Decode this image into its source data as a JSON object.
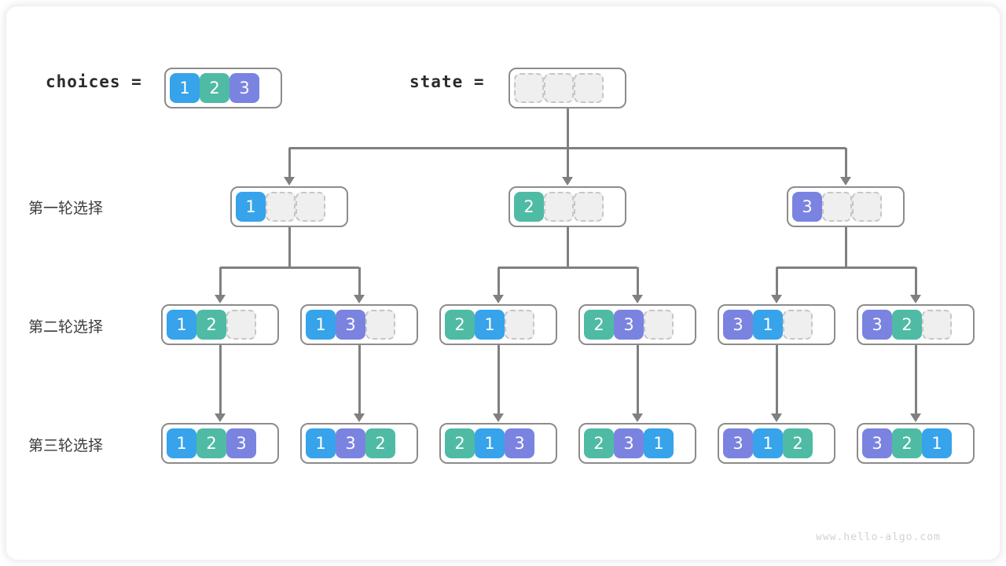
{
  "diagram": {
    "title_choices_label": "choices =",
    "title_state_label": "state =",
    "watermark": "www.hello-algo.com",
    "colors": {
      "blue": "#36a3eb",
      "green": "#4fbba4",
      "purple": "#7b83e0",
      "empty_fill": "#efefef",
      "empty_border": "#c6c6c6",
      "box_border": "#8c8c8c",
      "edge": "#808080"
    },
    "row_labels": [
      "第一轮选择",
      "第二轮选择",
      "第三轮选择"
    ],
    "choices": {
      "cells": [
        {
          "value": "1",
          "color": "blue"
        },
        {
          "value": "2",
          "color": "green"
        },
        {
          "value": "3",
          "color": "purple"
        }
      ]
    },
    "state": {
      "cells": [
        {
          "value": "",
          "color": "empty"
        },
        {
          "value": "",
          "color": "empty"
        },
        {
          "value": "",
          "color": "empty"
        }
      ]
    },
    "level1": [
      {
        "cells": [
          {
            "value": "1",
            "color": "blue"
          },
          {
            "value": "",
            "color": "empty"
          },
          {
            "value": "",
            "color": "empty"
          }
        ]
      },
      {
        "cells": [
          {
            "value": "2",
            "color": "green"
          },
          {
            "value": "",
            "color": "empty"
          },
          {
            "value": "",
            "color": "empty"
          }
        ]
      },
      {
        "cells": [
          {
            "value": "3",
            "color": "purple"
          },
          {
            "value": "",
            "color": "empty"
          },
          {
            "value": "",
            "color": "empty"
          }
        ]
      }
    ],
    "level2": [
      {
        "cells": [
          {
            "value": "1",
            "color": "blue"
          },
          {
            "value": "2",
            "color": "green"
          },
          {
            "value": "",
            "color": "empty"
          }
        ]
      },
      {
        "cells": [
          {
            "value": "1",
            "color": "blue"
          },
          {
            "value": "3",
            "color": "purple"
          },
          {
            "value": "",
            "color": "empty"
          }
        ]
      },
      {
        "cells": [
          {
            "value": "2",
            "color": "green"
          },
          {
            "value": "1",
            "color": "blue"
          },
          {
            "value": "",
            "color": "empty"
          }
        ]
      },
      {
        "cells": [
          {
            "value": "2",
            "color": "green"
          },
          {
            "value": "3",
            "color": "purple"
          },
          {
            "value": "",
            "color": "empty"
          }
        ]
      },
      {
        "cells": [
          {
            "value": "3",
            "color": "purple"
          },
          {
            "value": "1",
            "color": "blue"
          },
          {
            "value": "",
            "color": "empty"
          }
        ]
      },
      {
        "cells": [
          {
            "value": "3",
            "color": "purple"
          },
          {
            "value": "2",
            "color": "green"
          },
          {
            "value": "",
            "color": "empty"
          }
        ]
      }
    ],
    "level3": [
      {
        "cells": [
          {
            "value": "1",
            "color": "blue"
          },
          {
            "value": "2",
            "color": "green"
          },
          {
            "value": "3",
            "color": "purple"
          }
        ]
      },
      {
        "cells": [
          {
            "value": "1",
            "color": "blue"
          },
          {
            "value": "3",
            "color": "purple"
          },
          {
            "value": "2",
            "color": "green"
          }
        ]
      },
      {
        "cells": [
          {
            "value": "2",
            "color": "green"
          },
          {
            "value": "1",
            "color": "blue"
          },
          {
            "value": "3",
            "color": "purple"
          }
        ]
      },
      {
        "cells": [
          {
            "value": "2",
            "color": "green"
          },
          {
            "value": "3",
            "color": "purple"
          },
          {
            "value": "1",
            "color": "blue"
          }
        ]
      },
      {
        "cells": [
          {
            "value": "3",
            "color": "purple"
          },
          {
            "value": "1",
            "color": "blue"
          },
          {
            "value": "2",
            "color": "green"
          }
        ]
      },
      {
        "cells": [
          {
            "value": "3",
            "color": "purple"
          },
          {
            "value": "2",
            "color": "green"
          },
          {
            "value": "1",
            "color": "blue"
          }
        ]
      }
    ]
  }
}
